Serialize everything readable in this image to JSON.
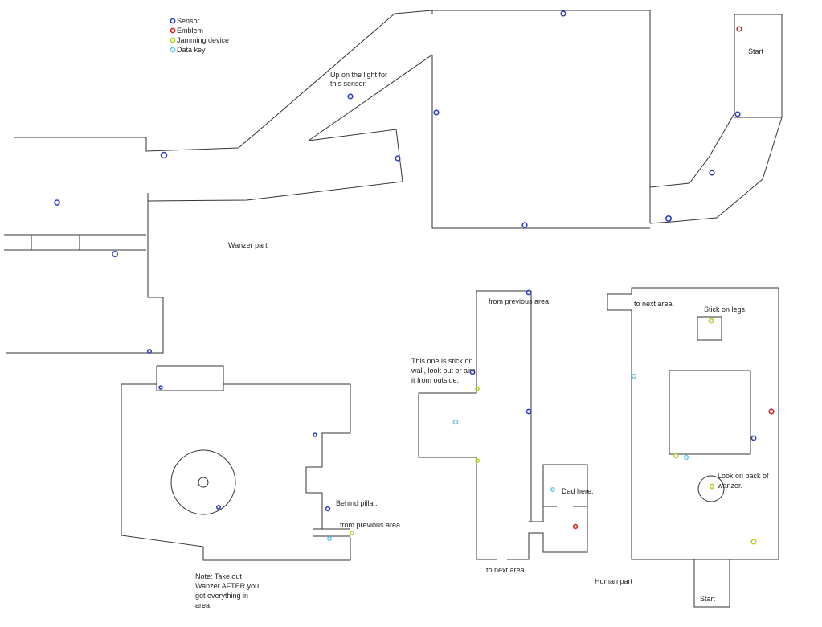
{
  "legend": [
    {
      "key": "sensor",
      "label": "Sensor",
      "color": "#2f3fc0"
    },
    {
      "key": "emblem",
      "label": "Emblem",
      "color": "#d42020"
    },
    {
      "key": "jamming",
      "label": "Jamming device",
      "color": "#b0d020"
    },
    {
      "key": "datakey",
      "label": "Data key",
      "color": "#70c8e8"
    }
  ],
  "labels": {
    "start_top": "Start",
    "light_note_1": "Up on the light for",
    "light_note_2": "this sensor.",
    "wanzer_part": "Wanzer part",
    "from_prev_mid": "from previous area.",
    "wall_note_1": "This one is stick on",
    "wall_note_2": "wall, look out or aim",
    "wall_note_3": "it from outside.",
    "dad_here": "Dad here.",
    "to_next_mid": "to next area",
    "to_next_right": "to next area.",
    "stick_legs": "Stick on legs.",
    "back_wanzer_1": "Look on back of",
    "back_wanzer_2": "wanzer.",
    "start_bottom": "Start",
    "human_part": "Human part",
    "behind_pillar": "Behind pillar.",
    "from_prev_left": "from previous area.",
    "note_1": "Note: Take out",
    "note_2": "Wanzer AFTER you",
    "note_3": "got everything in",
    "note_4": "area."
  }
}
